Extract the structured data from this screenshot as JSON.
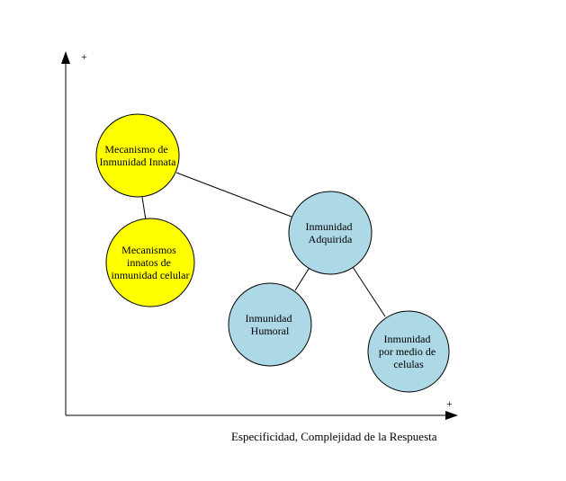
{
  "axes": {
    "y_plus": "+",
    "x_plus": "+",
    "x_label": "Especificidad, Complejidad de la Respuesta"
  },
  "colors": {
    "innate": "#ffff00",
    "adaptive": "#add8e6",
    "stroke": "#000000"
  },
  "nodes": {
    "innate_mechanism": {
      "lines": [
        "Mecanismo de",
        "Inmunidad Innata"
      ]
    },
    "innate_cellular": {
      "lines": [
        "Mecanismos",
        "innatos de",
        "inmunidad celular"
      ]
    },
    "acquired": {
      "lines": [
        "Inmunidad",
        "Adquirida"
      ]
    },
    "humoral": {
      "lines": [
        "Inmunidad",
        "Humoral"
      ]
    },
    "cellular": {
      "lines": [
        "Inmunidad",
        "por medio de",
        "celulas"
      ]
    }
  }
}
